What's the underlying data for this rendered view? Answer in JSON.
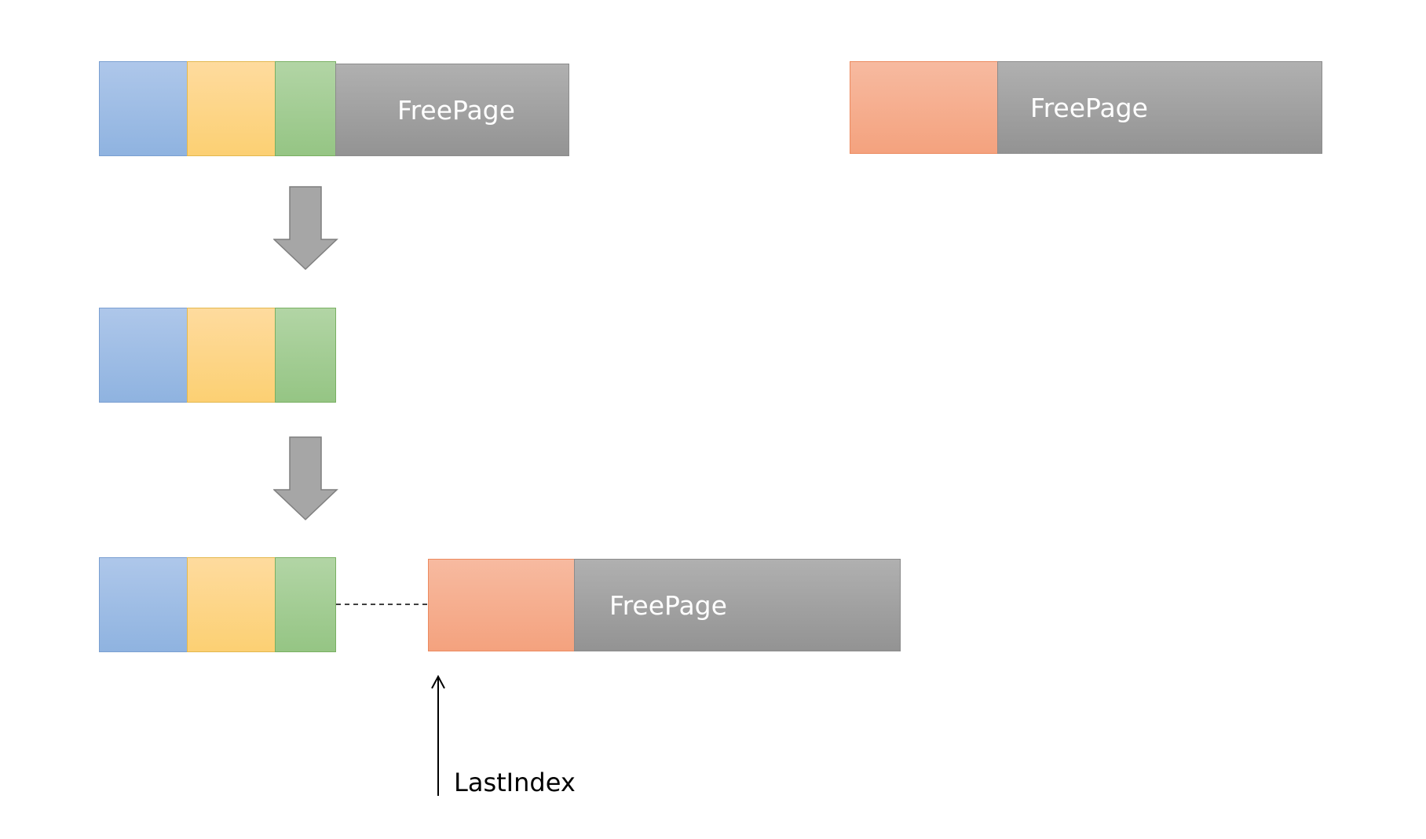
{
  "diagram": {
    "top_left": {
      "free_label": "FreePage"
    },
    "top_right": {
      "free_label": "FreePage"
    },
    "bottom": {
      "free_label": "FreePage"
    },
    "pointer_label": "LastIndex"
  },
  "colors": {
    "blue": "#9dbde6",
    "yellow": "#fdd587",
    "green": "#a3cd93",
    "orange": "#f5ad8e",
    "gray": "#a0a0a0",
    "arrow": "#a6a6a6"
  }
}
